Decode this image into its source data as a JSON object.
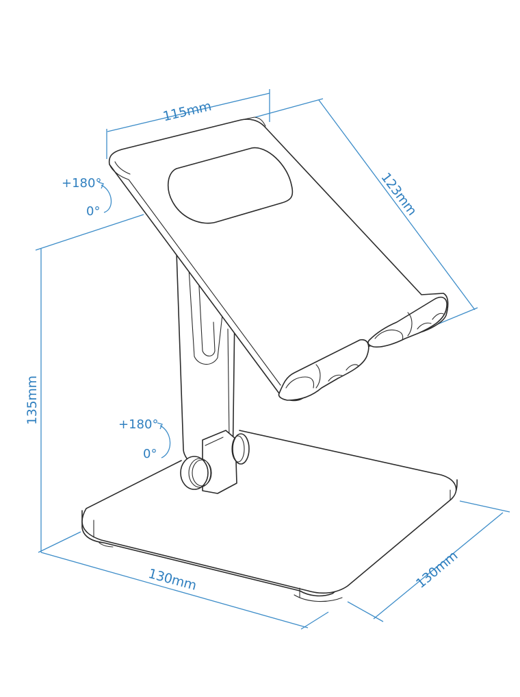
{
  "figure": {
    "subject": "Adjustable tablet stand dimension drawing",
    "colors": {
      "dimension": "#3c8cc8",
      "dimension_text": "#2f7fbf",
      "outline": "#2a2a2a",
      "background": "#ffffff"
    }
  },
  "dimensions": {
    "holder_width": "115mm",
    "holder_length": "123mm",
    "height": "135mm",
    "base_width": "130mm",
    "base_depth": "130mm"
  },
  "rotation": {
    "top_hinge": {
      "max": "+180°",
      "min": "0°"
    },
    "bottom_hinge": {
      "max": "+180°",
      "min": "0°"
    }
  }
}
